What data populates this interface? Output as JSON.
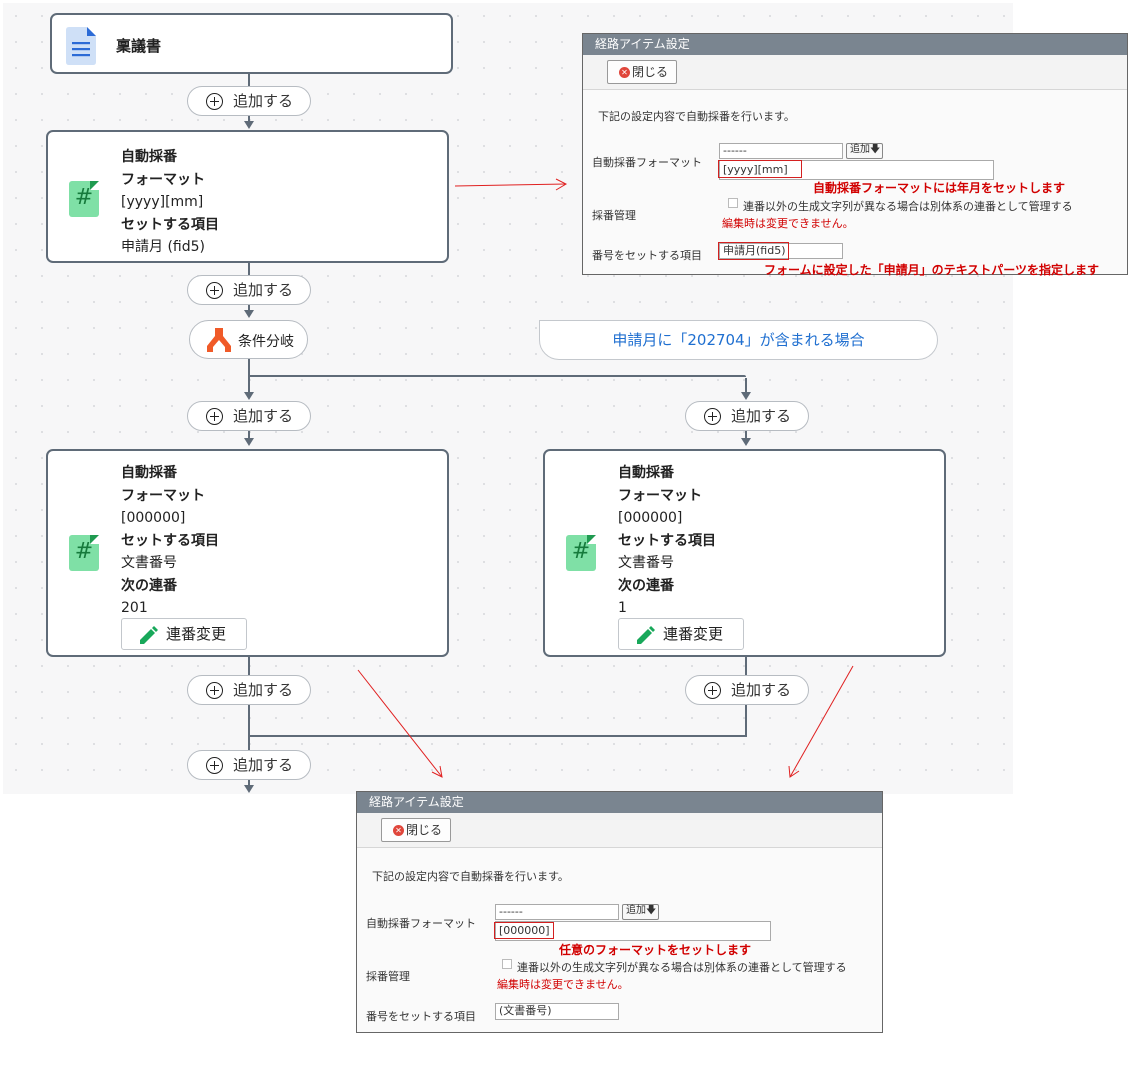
{
  "doc_card": {
    "title": "稟議書"
  },
  "add_label": "追加する",
  "branch": {
    "label": "条件分岐",
    "condition_text": "申請月に「202704」が含まれる場合"
  },
  "card1": {
    "title": "自動採番",
    "format_label": "フォーマット",
    "format_value": "[yyyy][mm]",
    "set_item_label": "セットする項目",
    "set_item_value": "申請月 (fid5)"
  },
  "card2": {
    "title": "自動採番",
    "format_label": "フォーマット",
    "format_value": "[000000]",
    "set_item_label": "セットする項目",
    "set_item_value": "文書番号",
    "next_label": "次の連番",
    "next_value": "201",
    "edit_label": "連番変更"
  },
  "card3": {
    "title": "自動採番",
    "format_label": "フォーマット",
    "format_value": "[000000]",
    "set_item_label": "セットする項目",
    "set_item_value": "文書番号",
    "next_label": "次の連番",
    "next_value": "1",
    "edit_label": "連番変更"
  },
  "dialog1": {
    "header": "経路アイテム設定",
    "close_label": "閉じる",
    "intro": "下記の設定内容で自動採番を行います。",
    "format_label": "自動採番フォーマット",
    "select_value": "------",
    "add_btn": "追加",
    "format_value": "[yyyy][mm]",
    "mgmt_label": "採番管理",
    "checkbox_text": "連番以外の生成文字列が異なる場合は別体系の連番として管理する",
    "warn": "編集時は変更できません。",
    "set_label": "番号をセットする項目",
    "set_value": "申請月(fid5)",
    "note_format": "自動採番フォーマットには年月をセットします",
    "note_set": "フォームに設定した「申請月」のテキストパーツを指定します"
  },
  "dialog2": {
    "header": "経路アイテム設定",
    "close_label": "閉じる",
    "intro": "下記の設定内容で自動採番を行います。",
    "format_label": "自動採番フォーマット",
    "select_value": "------",
    "add_btn": "追加",
    "format_value": "[000000]",
    "mgmt_label": "採番管理",
    "checkbox_text": "連番以外の生成文字列が異なる場合は別体系の連番として管理する",
    "warn": "編集時は変更できません。",
    "set_label": "番号をセットする項目",
    "set_value": "(文書番号)",
    "note_format": "任意のフォーマットをセットします"
  },
  "colors": {
    "line": "#5f6b78",
    "accent_blue": "#1f6fd0",
    "annotation_red": "#d10000",
    "dialog_header": "#7a8590"
  }
}
